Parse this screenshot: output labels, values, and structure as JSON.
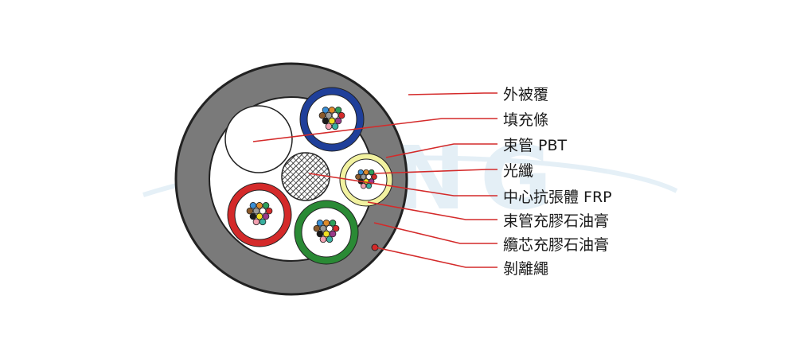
{
  "labels": [
    {
      "id": "outer-sheath",
      "text": "外被覆"
    },
    {
      "id": "filler-rod",
      "text": "填充條"
    },
    {
      "id": "loose-tube",
      "text": "束管 PBT"
    },
    {
      "id": "optical-fiber",
      "text": "光纖"
    },
    {
      "id": "central-strength-member",
      "text": "中心抗張體 FRP"
    },
    {
      "id": "tube-filling-gel",
      "text": "束管充膠石油膏"
    },
    {
      "id": "core-filling-gel",
      "text": "纜芯充膠石油膏"
    },
    {
      "id": "ripcord",
      "text": "剝離繩"
    }
  ],
  "colors": {
    "sheath": "#7a7a7a",
    "tube_blue": "#1f3f9a",
    "tube_yellow": "#f2f2a0",
    "tube_red": "#d42a2a",
    "tube_green": "#2a8a35",
    "leader_line": "#d42a2a",
    "watermark": "#cfe3f0"
  },
  "fiber_colors": [
    "#3a8fd6",
    "#e08a2a",
    "#2ea05a",
    "#8b5a2b",
    "#9a9a9a",
    "#ffffff",
    "#d42a2a",
    "#1a1a1a",
    "#f0e020",
    "#9a3a8a",
    "#f2a0b0",
    "#3ab0a0"
  ],
  "watermark": {
    "text": "TONG"
  }
}
